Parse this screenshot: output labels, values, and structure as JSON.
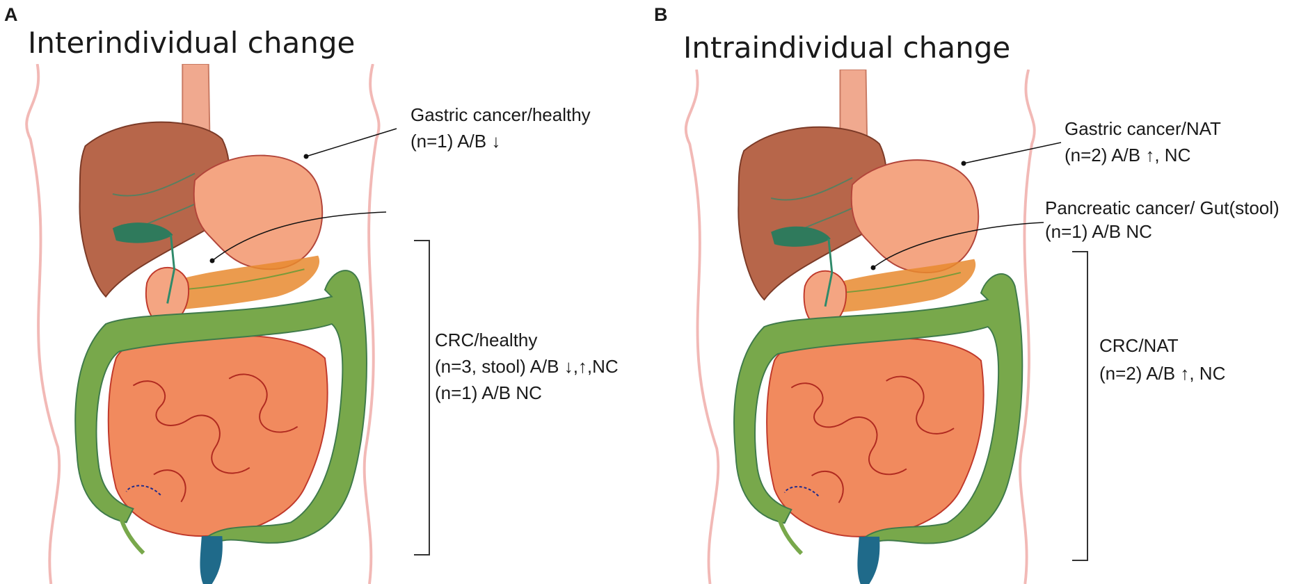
{
  "colors": {
    "liver": "#b7664a",
    "stomach": "#f4a582",
    "small_intestine": "#f18a5e",
    "small_intestine_outline": "#c0392b",
    "colon": "#78a84b",
    "colon_dark": "#3f7a4a",
    "rectum": "#1f6a8a",
    "gallbladder": "#2f7a5c",
    "pancreas": "#e88a2f",
    "esophagus": "#f0a98f",
    "body_outline": "#f2b9b6",
    "bracket": "#333333"
  },
  "panels": [
    {
      "letter": "A",
      "title": "Interindividual change",
      "annotations": {
        "gastric": [
          "Gastric cancer/healthy",
          "(n=1) A/B ↓"
        ],
        "crc": [
          "CRC/healthy",
          "(n=3, stool) A/B ↓,↑,NC",
          "(n=1) A/B NC"
        ]
      }
    },
    {
      "letter": "B",
      "title": "Intraindividual change",
      "annotations": {
        "gastric": [
          "Gastric cancer/NAT",
          "(n=2) A/B ↑, NC"
        ],
        "pancreatic": [
          "Pancreatic cancer/ Gut(stool)",
          "(n=1) A/B NC"
        ],
        "crc": [
          "CRC/NAT",
          "(n=2) A/B ↑, NC"
        ]
      }
    }
  ]
}
